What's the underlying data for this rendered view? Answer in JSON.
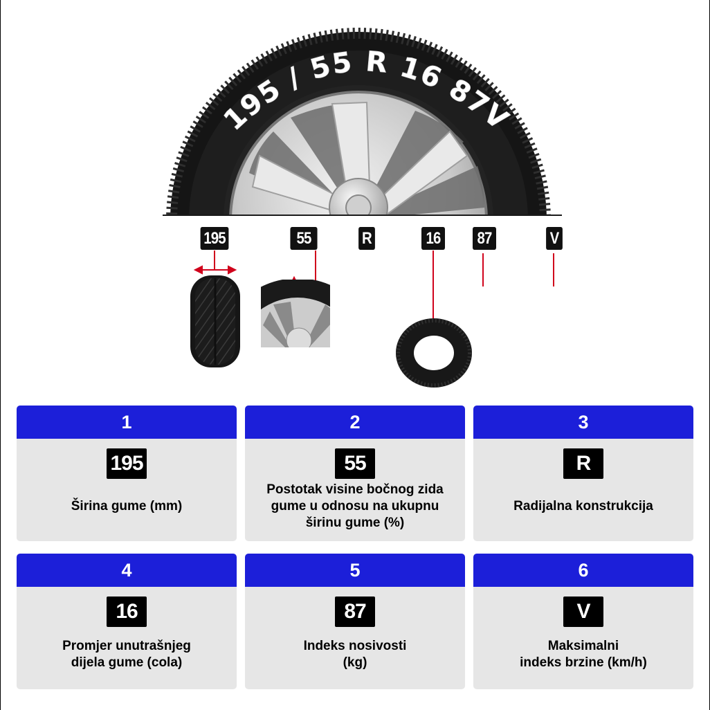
{
  "sidewall_marking": "195 / 55 R 16 87V",
  "tags": [
    "195",
    "55",
    "R",
    "16",
    "87",
    "V"
  ],
  "colors": {
    "header_blue": "#1c1fd9",
    "card_bg": "#e6e6e6",
    "arrow_red": "#d0021b",
    "tag_black": "#111111"
  },
  "cards": [
    {
      "number": "1",
      "code": "195",
      "desc_lines": [
        "Širina gume (mm)"
      ]
    },
    {
      "number": "2",
      "code": "55",
      "desc_lines": [
        "Postotak visine bočnog zida",
        "gume u odnosu na ukupnu",
        "širinu gume (%)"
      ]
    },
    {
      "number": "3",
      "code": "R",
      "desc_lines": [
        "Radijalna konstrukcija"
      ]
    },
    {
      "number": "4",
      "code": "16",
      "desc_lines": [
        "Promjer unutrašnjeg",
        "dijela gume (cola)"
      ]
    },
    {
      "number": "5",
      "code": "87",
      "desc_lines": [
        "Indeks nosivosti",
        "(kg)"
      ]
    },
    {
      "number": "6",
      "code": "V",
      "desc_lines": [
        "Maksimalni",
        "indeks brzine (km/h)"
      ]
    }
  ]
}
